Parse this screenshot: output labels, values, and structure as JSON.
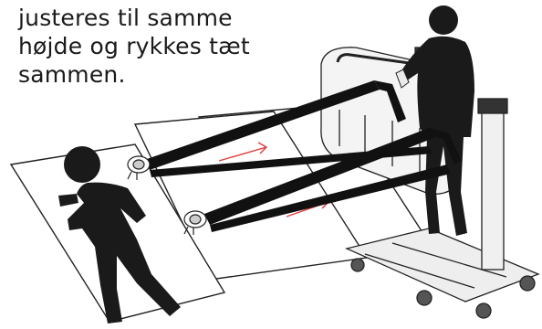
{
  "caption": {
    "lines": [
      "justeres til samme",
      "højde og rykkes tæt",
      "sammen."
    ]
  },
  "colors": {
    "strap": "#111111",
    "arrow": "#e23a3a",
    "figure": "#1a1a1a",
    "outline": "#222222"
  }
}
